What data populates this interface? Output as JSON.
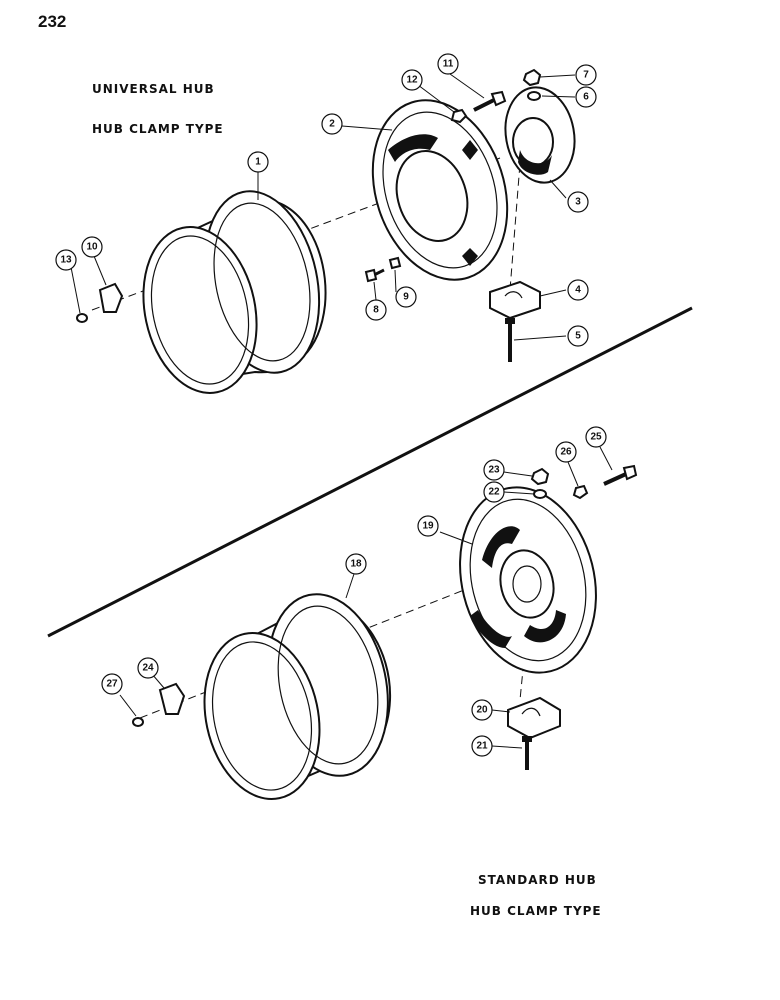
{
  "page_number": "232",
  "upper_section": {
    "title_line1": "UNIVERSAL HUB",
    "title_line2": "HUB CLAMP TYPE"
  },
  "lower_section": {
    "title_line1": "STANDARD HUB",
    "title_line2": "HUB CLAMP TYPE"
  },
  "callouts": {
    "c1": "1",
    "c2": "2",
    "c3": "3",
    "c4": "4",
    "c5": "5",
    "c6": "6",
    "c7": "7",
    "c8": "8",
    "c9": "9",
    "c10": "10",
    "c11": "11",
    "c12": "12",
    "c13": "13",
    "c18": "18",
    "c19": "19",
    "c20": "20",
    "c21": "21",
    "c22": "22",
    "c23": "23",
    "c24": "24",
    "c25": "25",
    "c26": "26",
    "c27": "27"
  }
}
